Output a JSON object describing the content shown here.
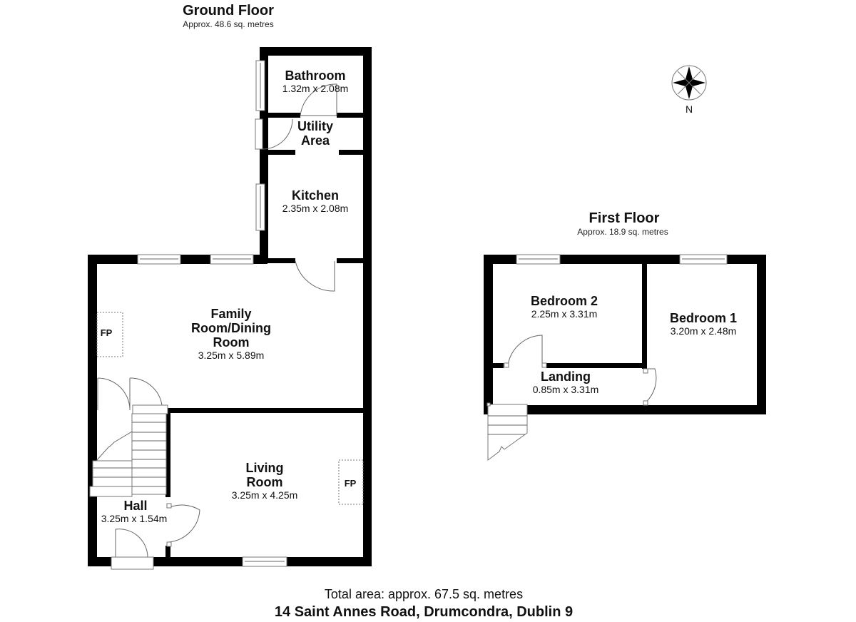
{
  "ground_floor": {
    "title": "Ground Floor",
    "area": "Approx. 48.6 sq. metres",
    "rooms": [
      {
        "name": "Bathroom",
        "dims": "1.32m x 2.08m"
      },
      {
        "name_line1": "Utility",
        "name_line2": "Area"
      },
      {
        "name": "Kitchen",
        "dims": "2.35m x 2.08m"
      },
      {
        "name_line1": "Family",
        "name_line2": "Room/Dining",
        "name_line3": "Room",
        "dims": "3.25m x 5.89m"
      },
      {
        "name_line1": "Living",
        "name_line2": "Room",
        "dims": "3.25m x 4.25m"
      },
      {
        "name": "Hall",
        "dims": "3.25m x 1.54m"
      }
    ],
    "fireplace_label": "FP"
  },
  "first_floor": {
    "title": "First Floor",
    "area": "Approx. 18.9 sq. metres",
    "rooms": [
      {
        "name": "Bedroom 2",
        "dims": "2.25m x 3.31m"
      },
      {
        "name": "Bedroom 1",
        "dims": "3.20m x 2.48m"
      },
      {
        "name": "Landing",
        "dims": "0.85m x 3.31m"
      }
    ]
  },
  "compass": {
    "label": "N",
    "icon": "compass-rose-icon"
  },
  "footer": {
    "total_area": "Total area: approx. 67.5 sq. metres",
    "address": "14 Saint Annes Road, Drumcondra, Dublin 9"
  }
}
